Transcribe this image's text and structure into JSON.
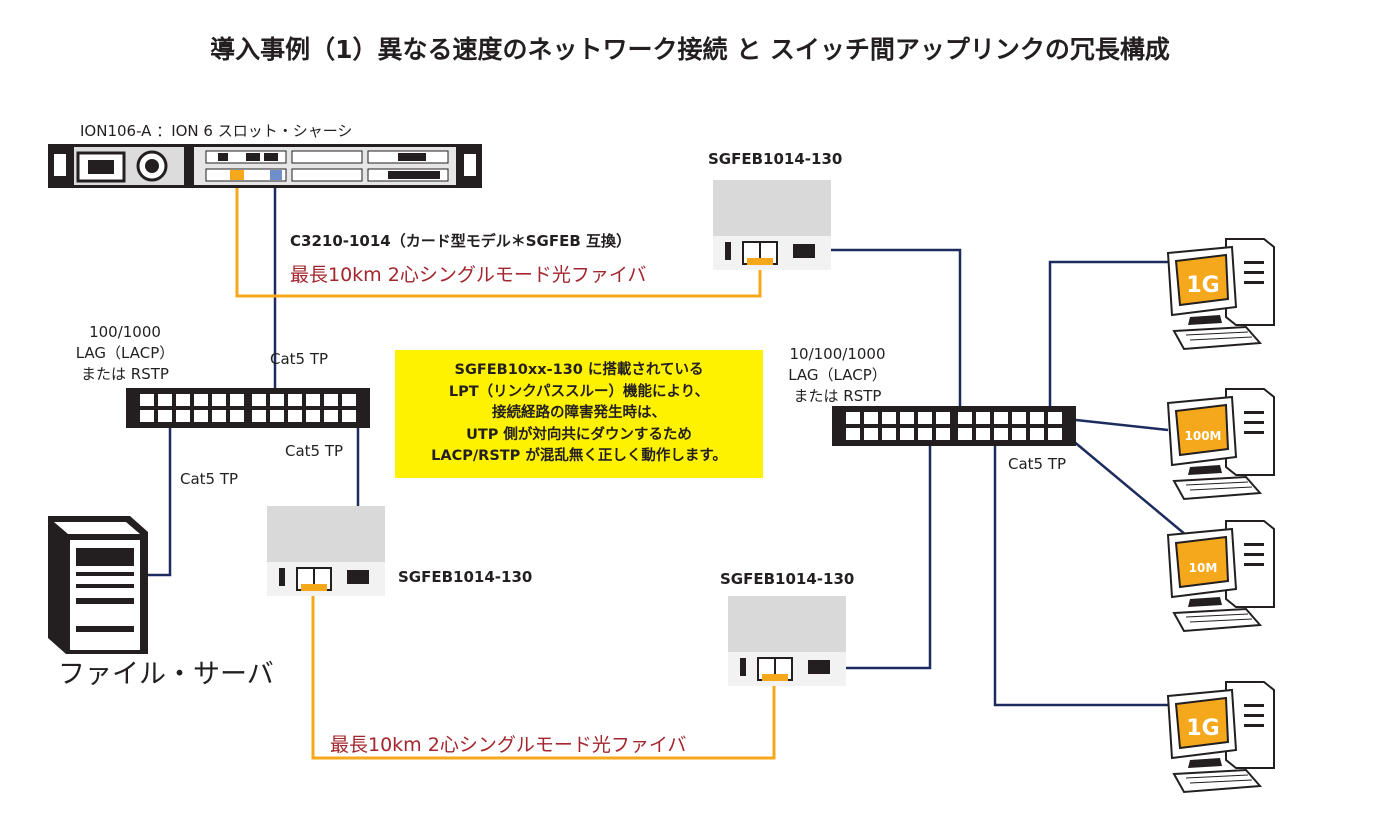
{
  "title": "導入事例（1）異なる速度のネットワーク接続 と スイッチ間アップリンクの冗長構成",
  "chassis": {
    "label": "ION106-A ：ION 6 スロット・シャーシ"
  },
  "card": {
    "label": "C3210-1014（カード型モデル＊SGFEB 互換）"
  },
  "converters": [
    {
      "label": "SGFEB1014-130"
    },
    {
      "label": "SGFEB1014-130"
    },
    {
      "label": "SGFEB1014-130"
    }
  ],
  "fiber_labels": [
    "最長10km 2心シングルモード光ファイバ",
    "最長10km 2心シングルモード光ファイバ"
  ],
  "left_switch": {
    "lines": [
      "100/1000",
      "LAG（LACP）",
      "または RSTP"
    ]
  },
  "right_switch": {
    "lines": [
      "10/100/1000",
      "LAG（LACP）",
      "または RSTP"
    ]
  },
  "cable_labels": [
    "Cat5 TP",
    "Cat5 TP",
    "Cat5 TP",
    "Cat5 TP"
  ],
  "callout_lines": [
    "SGFEB10xx-130 に搭載されている",
    "LPT（リンクパススルー）機能により、",
    "接続経路の障害発生時は、",
    "UTP 側が対向共にダウンするため",
    "LACP/RSTP が混乱無く正しく動作します。"
  ],
  "server": {
    "label": "ファイル・サーバ"
  },
  "pcs": [
    {
      "speed": "1G"
    },
    {
      "speed": "100M"
    },
    {
      "speed": "10M"
    },
    {
      "speed": "1G"
    }
  ],
  "colors": {
    "copper": "#1d2b5e",
    "fiber": "#f5a81c",
    "fiber_text": "#a3262e",
    "callout": "#fff200",
    "device_gray": "#d9d9d9",
    "dark": "#231f20"
  }
}
